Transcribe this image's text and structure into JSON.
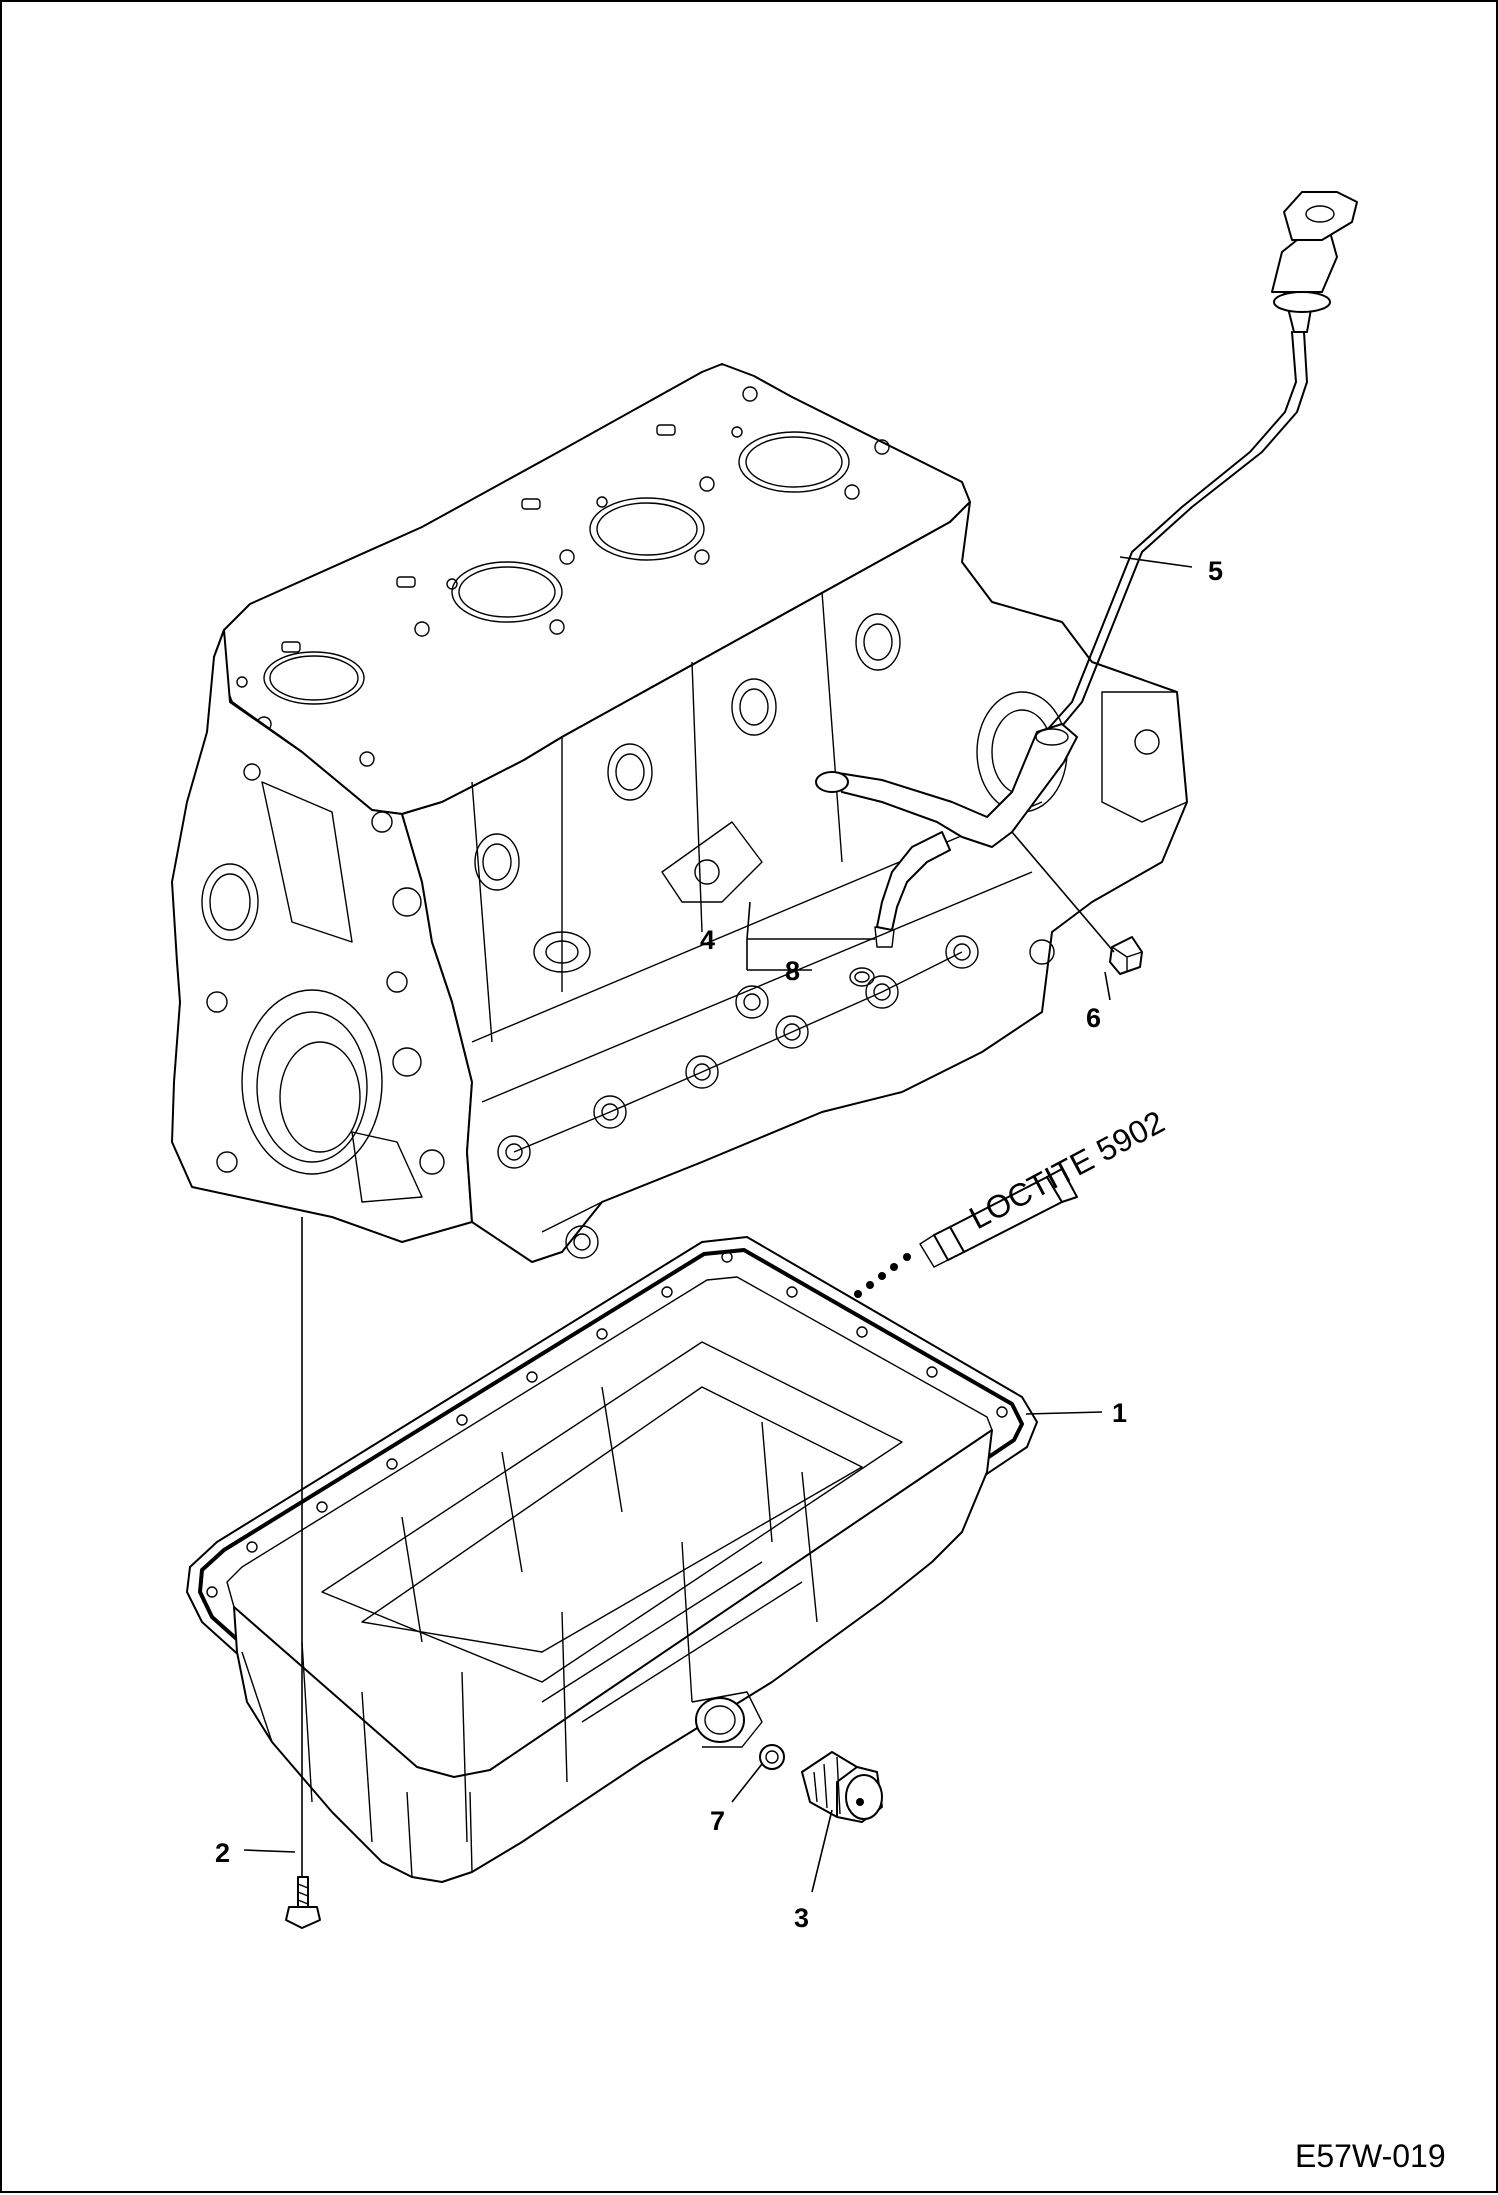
{
  "figure_id": "E57W-019",
  "parts": [
    {
      "number": "1"
    },
    {
      "number": "2"
    },
    {
      "number": "3"
    },
    {
      "number": "4"
    },
    {
      "number": "5"
    },
    {
      "number": "6"
    },
    {
      "number": "7"
    },
    {
      "number": "8"
    }
  ],
  "sealant_tube_label": "LOCTITE 5902"
}
